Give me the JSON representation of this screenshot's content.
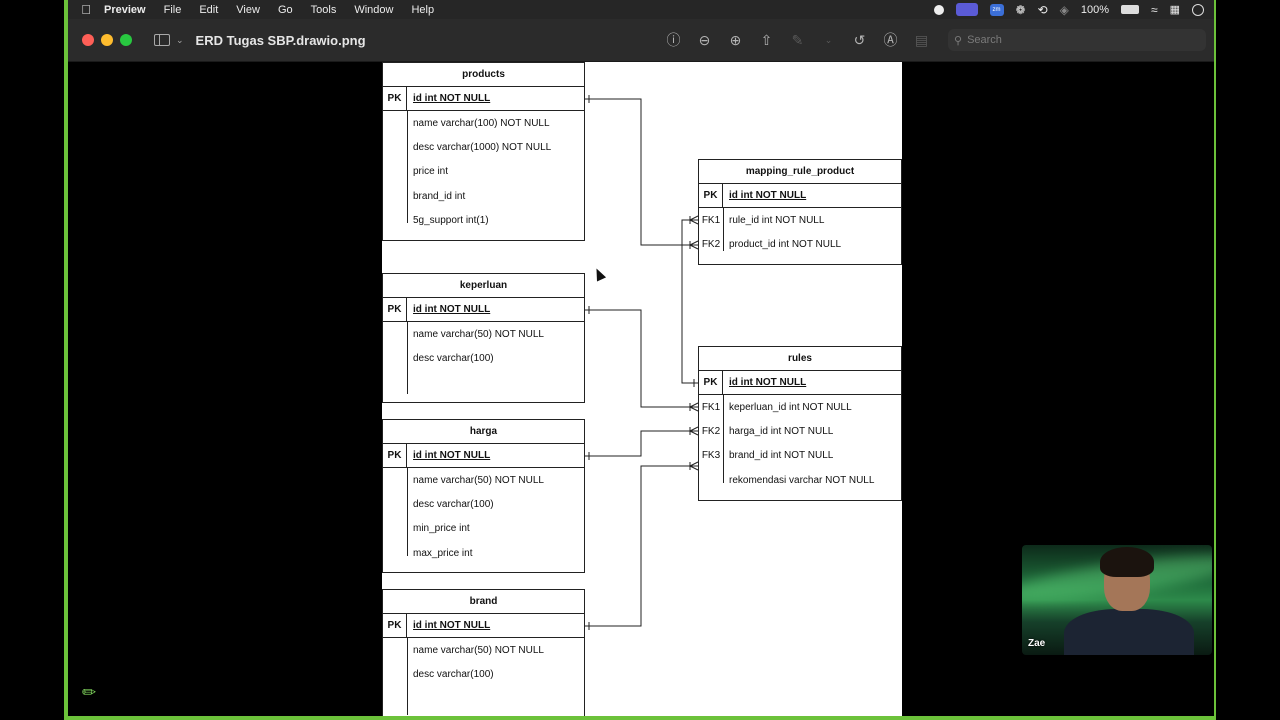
{
  "menubar": {
    "apple_icon": "apple-icon",
    "items": [
      "Preview",
      "File",
      "Edit",
      "View",
      "Go",
      "Tools",
      "Window",
      "Help"
    ],
    "battery": "100%"
  },
  "window": {
    "title": "ERD Tugas SBP.drawio.png",
    "search_placeholder": "Search"
  },
  "erd": {
    "tables": [
      {
        "name": "products",
        "pk": "id int NOT NULL",
        "columns": [
          {
            "key": "",
            "name": "name varchar(100) NOT NULL"
          },
          {
            "key": "",
            "name": "desc varchar(1000) NOT NULL"
          },
          {
            "key": "",
            "name": "price int"
          },
          {
            "key": "",
            "name": "brand_id int"
          },
          {
            "key": "",
            "name": "5g_support int(1)"
          }
        ]
      },
      {
        "name": "keperluan",
        "pk": "id int NOT NULL",
        "columns": [
          {
            "key": "",
            "name": "name varchar(50) NOT NULL"
          },
          {
            "key": "",
            "name": "desc varchar(100)"
          }
        ]
      },
      {
        "name": "harga",
        "pk": "id int NOT NULL",
        "columns": [
          {
            "key": "",
            "name": "name varchar(50) NOT NULL"
          },
          {
            "key": "",
            "name": "desc varchar(100)"
          },
          {
            "key": "",
            "name": "min_price int"
          },
          {
            "key": "",
            "name": "max_price int"
          }
        ]
      },
      {
        "name": "brand",
        "pk": "id int NOT NULL",
        "columns": [
          {
            "key": "",
            "name": "name varchar(50) NOT NULL"
          },
          {
            "key": "",
            "name": "desc varchar(100)"
          }
        ]
      },
      {
        "name": "mapping_rule_product",
        "pk": "id int NOT NULL",
        "columns": [
          {
            "key": "FK1",
            "name": "rule_id int NOT NULL"
          },
          {
            "key": "FK2",
            "name": "product_id int NOT NULL"
          }
        ]
      },
      {
        "name": "rules",
        "pk": "id int NOT NULL",
        "columns": [
          {
            "key": "FK1",
            "name": "keperluan_id int NOT NULL"
          },
          {
            "key": "FK2",
            "name": "harga_id int NOT NULL"
          },
          {
            "key": "FK3",
            "name": "brand_id int NOT NULL"
          },
          {
            "key": "",
            "name": "rekomendasi varchar NOT NULL"
          }
        ]
      }
    ],
    "pk_label": "PK"
  },
  "webcam": {
    "name": "Zae"
  },
  "colors": {
    "frame_green": "#6cc23a",
    "toolbar_bg": "#2b2b2b",
    "menubar_bg": "#262626"
  }
}
